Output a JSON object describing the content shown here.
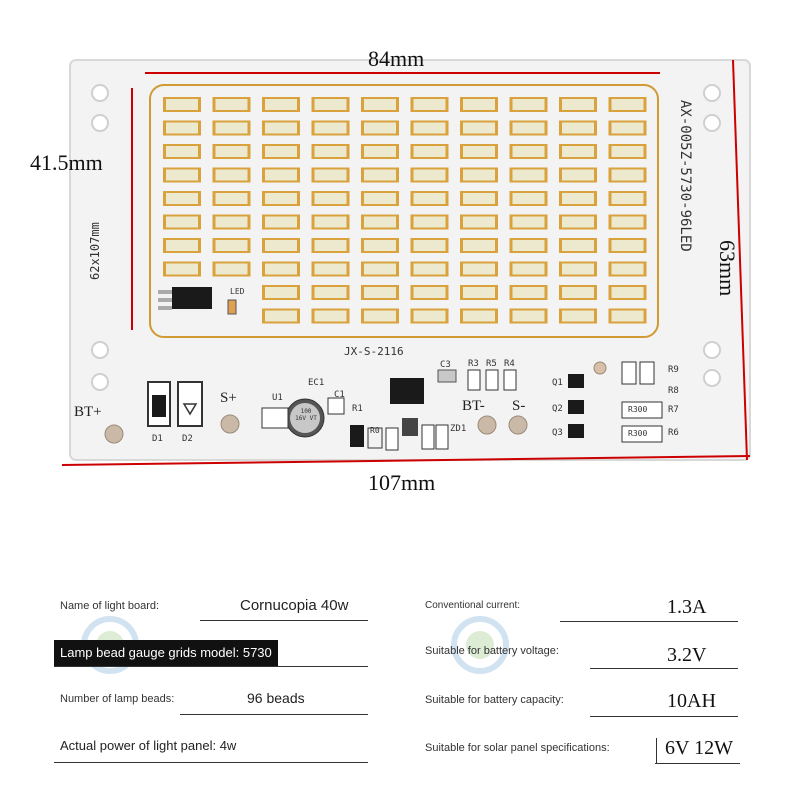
{
  "board": {
    "dim_top": "84mm",
    "dim_left": "41.5mm",
    "dim_right": "63mm",
    "dim_bottom": "107mm",
    "silk_size": "62x107mm",
    "silk_model": "AX-005Z-5730-96LED",
    "silk_code": "JX-S-2116",
    "label_bt_plus": "BT+",
    "label_s_plus": "S+",
    "label_bt_minus": "BT-",
    "label_s_minus": "S-",
    "label_led": "LED",
    "label_d1": "D1",
    "label_d2": "D2",
    "label_u1": "U1",
    "label_ec1": "EC1",
    "label_c1": "C1",
    "label_c3": "C3",
    "label_r1": "R1",
    "label_r0": "R0",
    "label_r3": "R3",
    "label_r5": "R5",
    "label_r4": "R4",
    "label_zd1": "ZD1",
    "label_q1": "Q1",
    "label_q2": "Q2",
    "label_q3": "Q3",
    "label_r9": "R9",
    "label_r8": "R8",
    "label_r7": "R7",
    "label_r6": "R6",
    "label_r300a": "R300",
    "label_r300b": "R300",
    "label_cap": "100 16V VT",
    "colors": {
      "pcb": "#f1f1f1",
      "led": "#ece9cf",
      "led_frame": "#d9a23c",
      "dimension_line": "#cc0000"
    }
  },
  "specs": {
    "left": [
      {
        "label": "Name of light board:",
        "value": "Cornucopia 40w"
      },
      {
        "label": "Lamp bead gauge grids model: 5730",
        "value": ""
      },
      {
        "label": "Number of lamp beads:",
        "value": "96 beads"
      },
      {
        "label": "Actual power of light panel: 4w",
        "value": ""
      }
    ],
    "right": [
      {
        "label": "Conventional current:",
        "value": "1.3A"
      },
      {
        "label": "Suitable for battery voltage:",
        "value": "3.2V"
      },
      {
        "label": "Suitable for battery capacity:",
        "value": "10AH"
      },
      {
        "label": "Suitable for solar panel specifications:",
        "value": "6V 12W"
      }
    ]
  }
}
